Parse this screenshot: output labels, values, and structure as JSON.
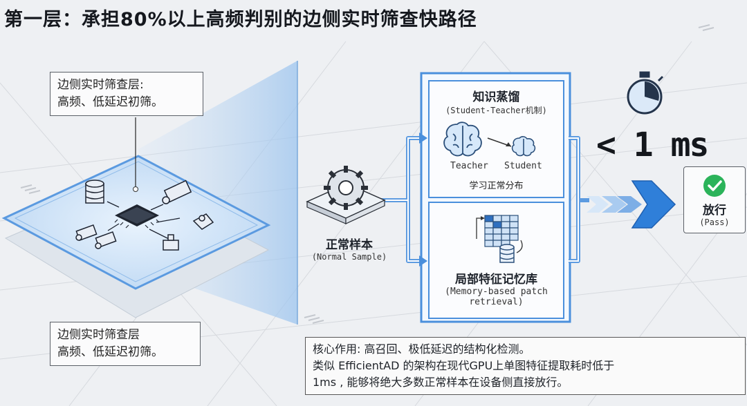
{
  "title": "第一层：承担80%以上高频判别的边侧实时筛查快路径",
  "callout_top": {
    "line1": "边侧实时筛查层:",
    "line2": "高频、低延迟初筛。"
  },
  "callout_bottom": {
    "line1": "边侧实时筛查层",
    "line2": "高频、低延迟初筛。"
  },
  "normal_sample": {
    "zh": "正常样本",
    "en": "(Normal Sample)"
  },
  "kd": {
    "title": "知识蒸馏",
    "subtitle": "(Student-Teacher机制)",
    "teacher": "Teacher",
    "student": "Student",
    "caption": "学习正常分布"
  },
  "memory": {
    "title": "局部特征记忆库",
    "en_line1": "(Memory-based patch",
    "en_line2": "retrieval)"
  },
  "latency": "< 1 ms",
  "pass": {
    "zh": "放行",
    "en": "(Pass)"
  },
  "core": {
    "line1": "核心作用: 高召回、极低延迟的结构化检测。",
    "line2": "类似 EfficientAD 的架构在现代GPU上单图特征提取耗时低于",
    "line3": "1ms , 能够将绝大多数正常样本在设备侧直接放行。"
  },
  "colors": {
    "accent": "#3d86d8",
    "glow": "#bcd8f4",
    "pass_green": "#2bb35a",
    "chip": "#1f2530"
  }
}
